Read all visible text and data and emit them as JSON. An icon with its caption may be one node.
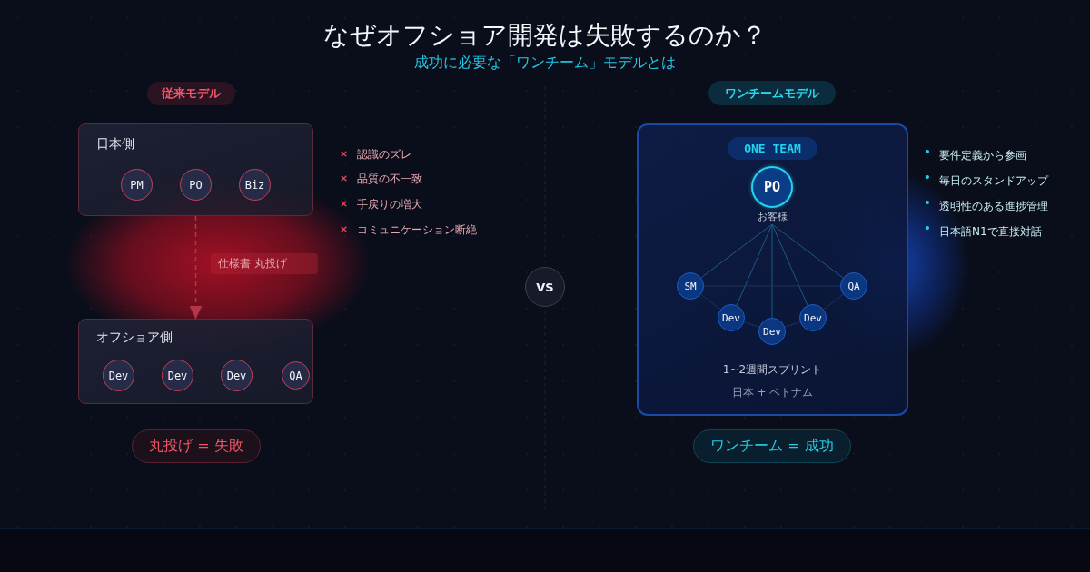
{
  "diagram": {
    "title": "なぜオフショア開発は失敗するのか？",
    "nodes": [
      {
        "text": [
          "従来モデル"
        ]
      },
      {
        "text": [
          "日本側"
        ]
      },
      {
        "text": [
          "PM"
        ],
        "in": 1
      },
      {
        "text": [
          "PO"
        ],
        "in": 1
      },
      {
        "text": [
          "Biz"
        ],
        "in": 1
      },
      {
        "text": [
          "オフショア側"
        ]
      },
      {
        "text": [
          "Dev"
        ],
        "in": 5
      },
      {
        "text": [
          "Dev"
        ],
        "in": 5
      },
      {
        "text": [
          "Dev"
        ],
        "in": 5
      },
      {
        "text": [
          "QA"
        ],
        "in": 5
      },
      {
        "text": [
          "丸投げ = 失敗"
        ]
      },
      {
        "text": [
          "VS"
        ]
      },
      {
        "text": [
          "ワンチームモデル"
        ]
      },
      {
        "text": [
          "1~2週間スプリント",
          "日本 + ベトナム"
        ]
      },
      {
        "text": [
          "ONE TEAM"
        ],
        "in": 13
      },
      {
        "text": [
          "PO"
        ],
        "in": 13,
        "beside": [
          "お客様"
        ]
      },
      {
        "text": [
          "SM"
        ],
        "in": 13
      },
      {
        "text": [
          "Dev"
        ],
        "in": 13
      },
      {
        "text": [
          "Dev"
        ],
        "in": 13
      },
      {
        "text": [
          "Dev"
        ],
        "in": 13
      },
      {
        "text": [
          "QA"
        ],
        "in": 13
      },
      {
        "text": [
          "ワンチーム = 成功"
        ]
      }
    ],
    "edges": [
      {
        "from": 1,
        "to": 5,
        "arrow": "to",
        "label": "仕様書 丸投げ",
        "style": "dashed",
        "color": "#b3364a"
      },
      {
        "from": 15,
        "to": 16,
        "arrow": "none"
      },
      {
        "from": 15,
        "to": 17,
        "arrow": "none"
      },
      {
        "from": 15,
        "to": 18,
        "arrow": "none"
      },
      {
        "from": 15,
        "to": 19,
        "arrow": "none"
      },
      {
        "from": 15,
        "to": 20,
        "arrow": "none"
      },
      {
        "from": 16,
        "to": 17,
        "arrow": "none",
        "color": "#18335f"
      },
      {
        "from": 17,
        "to": 18,
        "arrow": "none",
        "color": "#18335f"
      },
      {
        "from": 18,
        "to": 19,
        "arrow": "none",
        "color": "#18335f"
      },
      {
        "from": 19,
        "to": 20,
        "arrow": "none",
        "color": "#18335f"
      },
      {
        "from": 16,
        "to": 20,
        "arrow": "none",
        "color": "#18335f"
      }
    ],
    "labels": [
      "成功に必要な「ワンチーム」モデルとは",
      "認識のズレ",
      "品質の不一致",
      "手戻りの増大",
      "コミュニケーション断絶",
      "要件定義から参画",
      "毎日のスタンドアップ",
      "透明性のある進捗管理",
      "日本語N1で直接対話"
    ]
  }
}
